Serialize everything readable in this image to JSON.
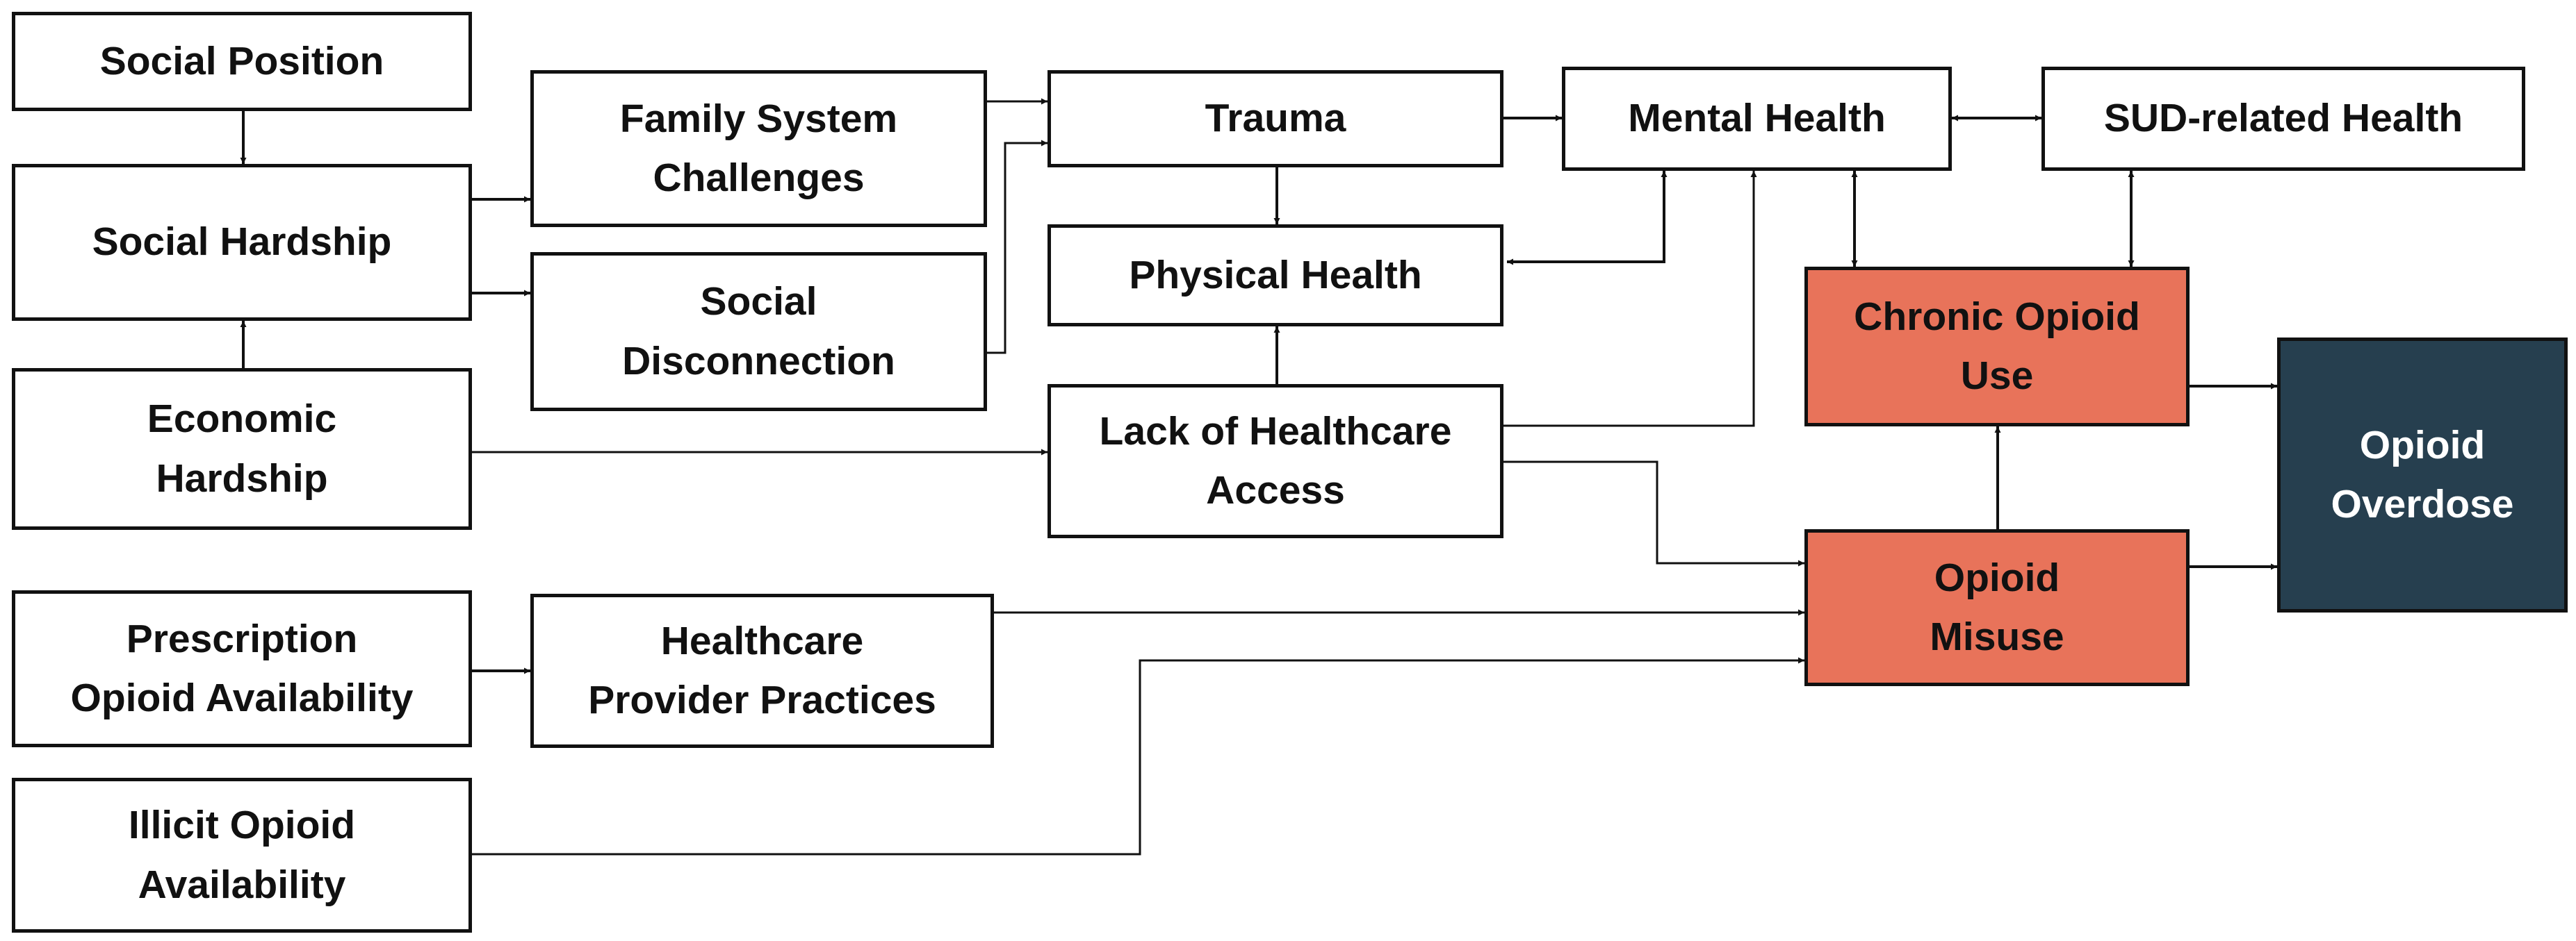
{
  "diagram": {
    "nodes": {
      "social_position": {
        "label": "Social Position"
      },
      "social_hardship": {
        "label": "Social Hardship"
      },
      "economic_hardship": {
        "label": "Economic\nHardship"
      },
      "family_system_challenges": {
        "label": "Family System\nChallenges"
      },
      "social_disconnection": {
        "label": "Social\nDisconnection"
      },
      "trauma": {
        "label": "Trauma"
      },
      "physical_health": {
        "label": "Physical Health"
      },
      "lack_of_healthcare_access": {
        "label": "Lack of Healthcare\nAccess"
      },
      "mental_health": {
        "label": "Mental Health"
      },
      "sud_related_health": {
        "label": "SUD-related Health"
      },
      "chronic_opioid_use": {
        "label": "Chronic Opioid\nUse"
      },
      "opioid_misuse": {
        "label": "Opioid\nMisuse"
      },
      "opioid_overdose": {
        "label": "Opioid\nOverdose"
      },
      "prescription_opioid_availability": {
        "label": "Prescription\nOpioid Availability"
      },
      "healthcare_provider_practices": {
        "label": "Healthcare\nProvider Practices"
      },
      "illicit_opioid_availability": {
        "label": "Illicit Opioid\nAvailability"
      }
    },
    "edges": [
      {
        "from": "Social Position",
        "to": "Social Hardship"
      },
      {
        "from": "Economic Hardship",
        "to": "Social Hardship"
      },
      {
        "from": "Social Hardship",
        "to": "Family System Challenges"
      },
      {
        "from": "Social Hardship",
        "to": "Social Disconnection"
      },
      {
        "from": "Family System Challenges",
        "to": "Trauma"
      },
      {
        "from": "Social Disconnection",
        "to": "Trauma"
      },
      {
        "from": "Economic Hardship",
        "to": "Lack of Healthcare Access"
      },
      {
        "from": "Trauma",
        "to": "Physical Health"
      },
      {
        "from": "Lack of Healthcare Access",
        "to": "Physical Health"
      },
      {
        "from": "Trauma",
        "to": "Mental Health"
      },
      {
        "from": "Physical Health",
        "to": "Mental Health",
        "bidirectional": true
      },
      {
        "from": "Lack of Healthcare Access",
        "to": "Mental Health"
      },
      {
        "from": "Mental Health",
        "to": "SUD-related Health",
        "bidirectional": true
      },
      {
        "from": "Mental Health",
        "to": "Chronic Opioid Use",
        "bidirectional": true
      },
      {
        "from": "SUD-related Health",
        "to": "Chronic Opioid Use",
        "bidirectional": true
      },
      {
        "from": "Lack of Healthcare Access",
        "to": "Opioid Misuse"
      },
      {
        "from": "Healthcare Provider Practices",
        "to": "Opioid Misuse"
      },
      {
        "from": "Illicit Opioid Availability",
        "to": "Opioid Misuse"
      },
      {
        "from": "Prescription Opioid Availability",
        "to": "Healthcare Provider Practices"
      },
      {
        "from": "Opioid Misuse",
        "to": "Chronic Opioid Use"
      },
      {
        "from": "Chronic Opioid Use",
        "to": "Opioid Overdose"
      },
      {
        "from": "Opioid Misuse",
        "to": "Opioid Overdose"
      }
    ]
  },
  "colors": {
    "stroke": "#111111",
    "box_fill": "#ffffff",
    "highlight_fill": "#E8735A",
    "outcome_fill": "#263F4F",
    "outcome_text": "#ffffff"
  }
}
